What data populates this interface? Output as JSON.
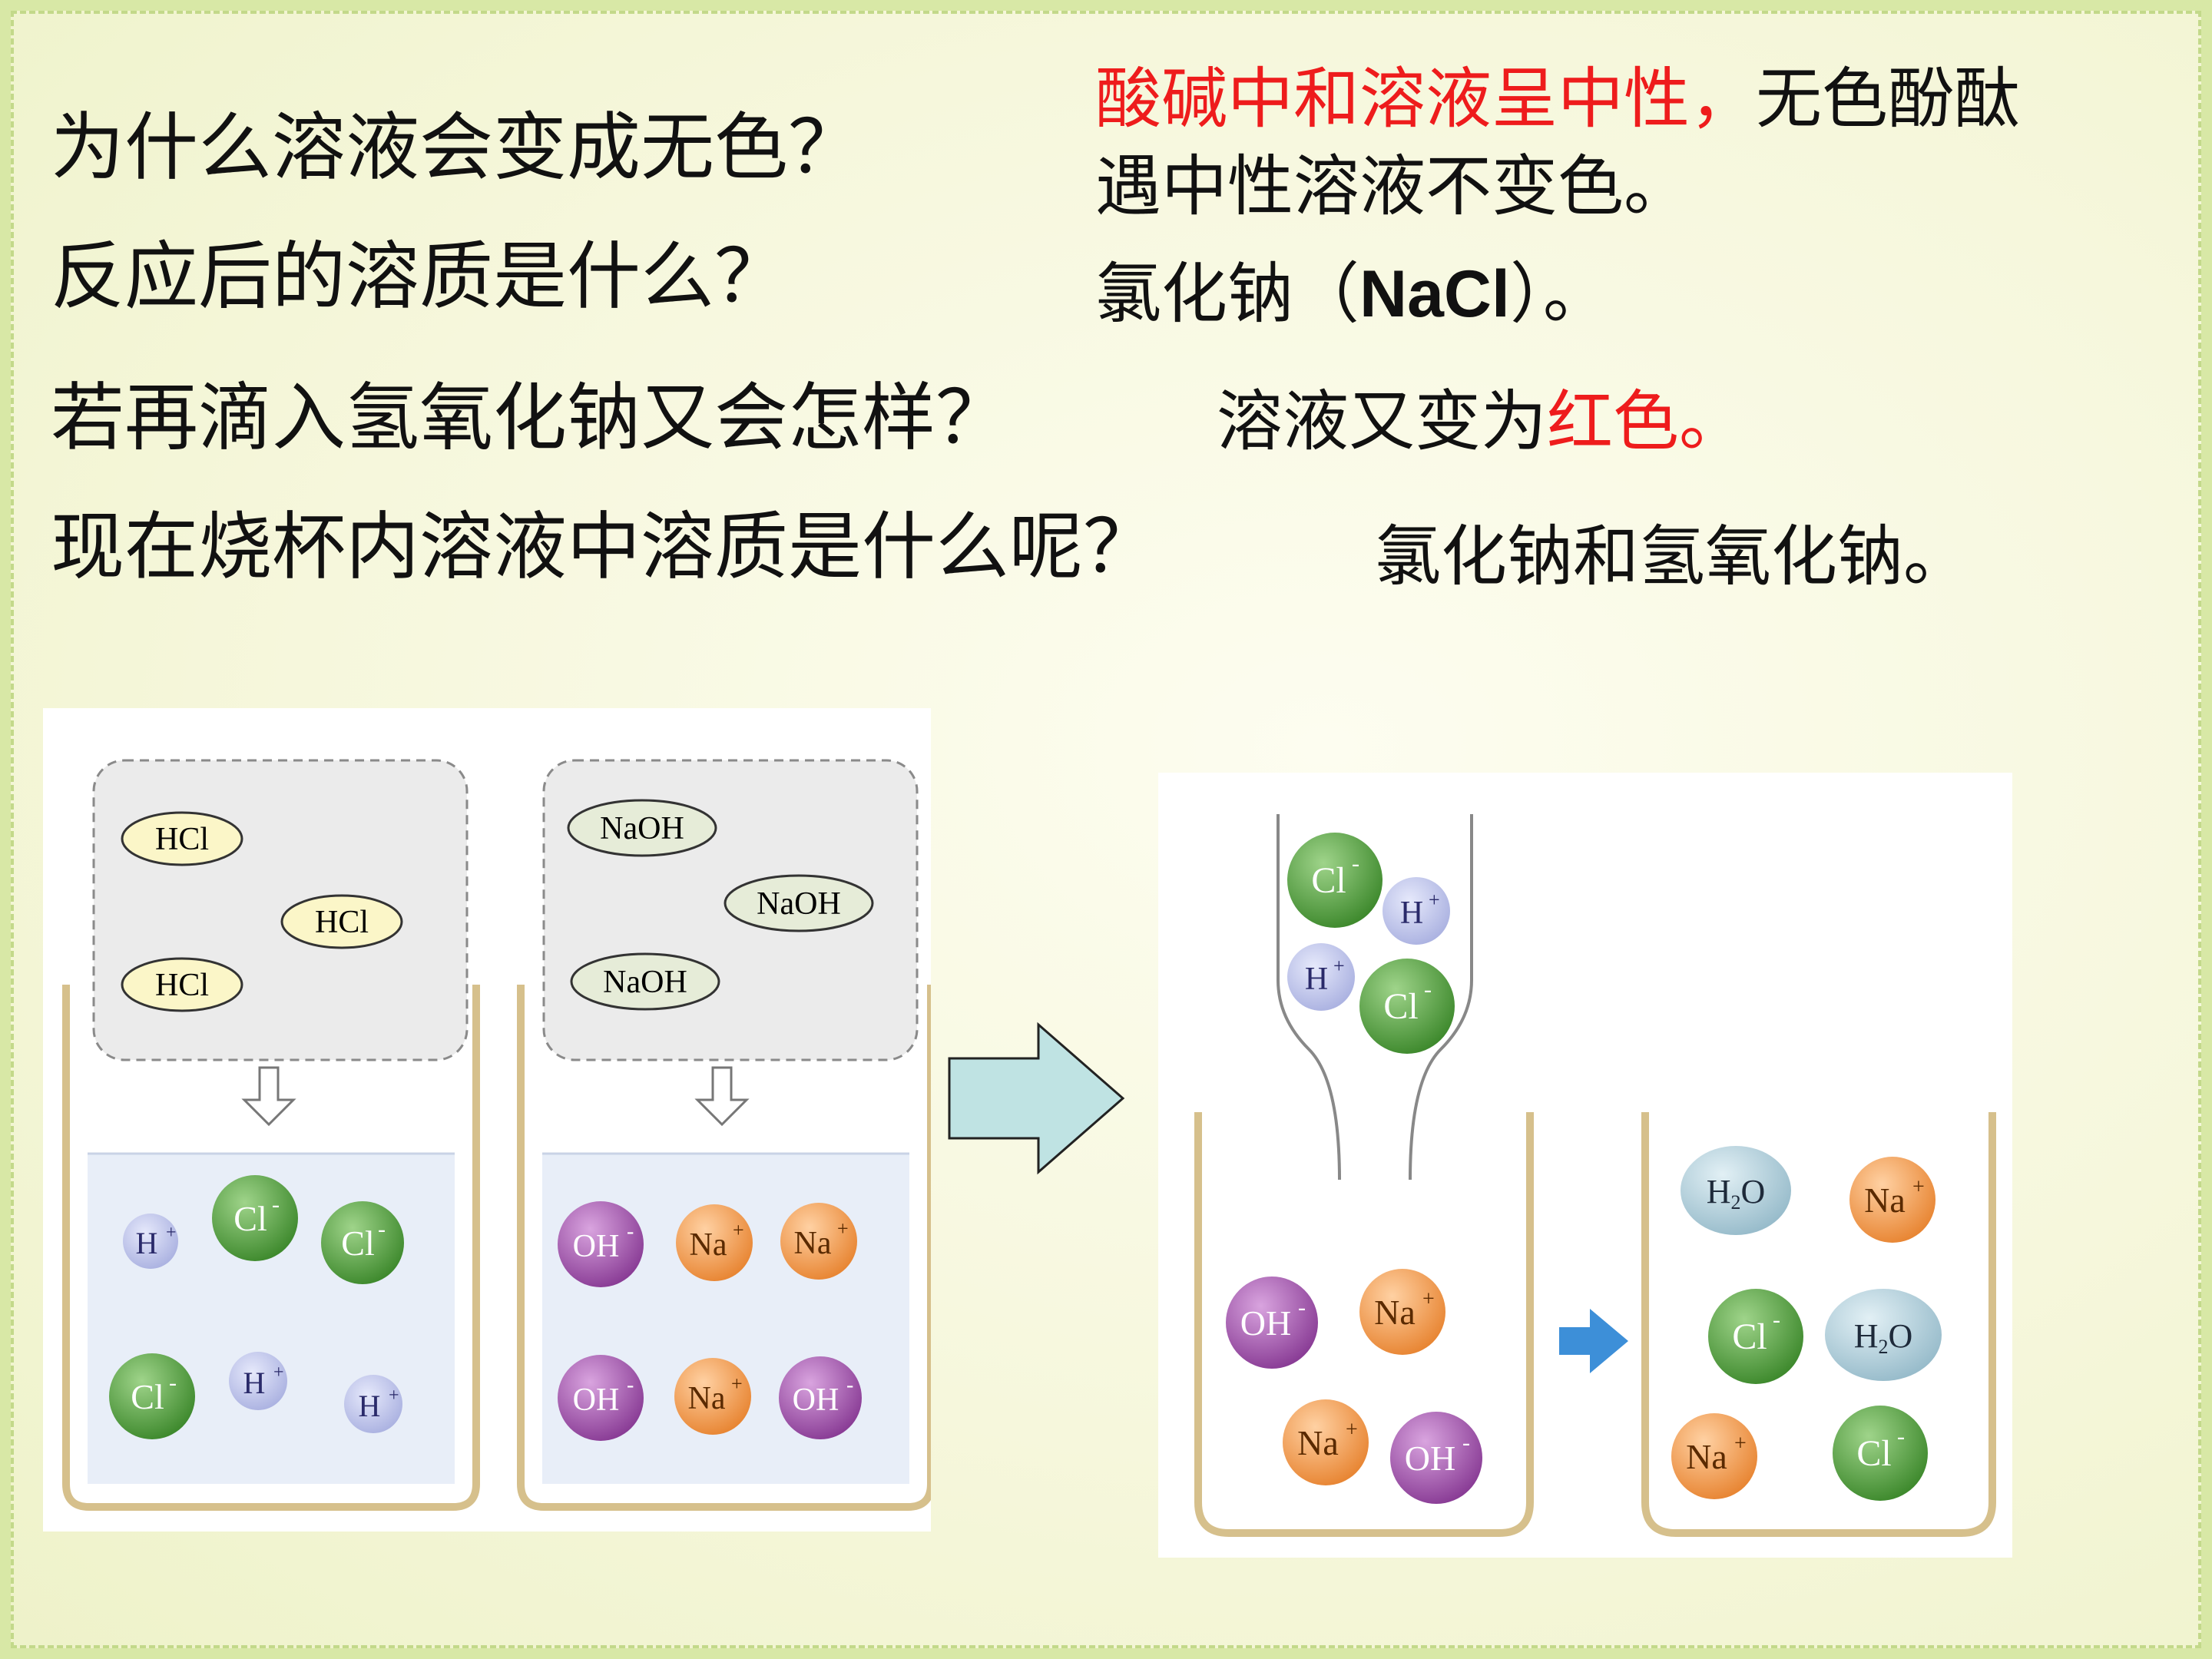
{
  "questions": [
    {
      "text": "为什么溶液会变成无色？"
    },
    {
      "text": "反应后的溶质是什么？"
    },
    {
      "text": "若再滴入氢氧化钠又会怎样？"
    },
    {
      "text": "现在烧杯内溶液中溶质是什么呢？"
    }
  ],
  "answers": {
    "a1_red": "酸碱中和溶液呈中性，",
    "a1_black": "无色酚酞",
    "a1_line2": "遇中性溶液不变色。",
    "a2_pre": "氯化钠（",
    "a2_formula": "NaCl",
    "a2_post": "）。",
    "a3_black": "溶液又变为",
    "a3_red": "红色。",
    "a4": "氯化钠和氢氧化钠。"
  },
  "diagram": {
    "hcl": "HCl",
    "naoh": "NaOH",
    "h_ion": "H",
    "cl_ion": "Cl",
    "oh_ion": "OH",
    "na_ion": "Na",
    "water_h": "H",
    "water_sub": "2",
    "water_o": "O",
    "plus": "+",
    "minus": "-"
  },
  "colors": {
    "red_text": "#ee1c1c",
    "hcl_box": "#fbf6c8",
    "h_ion": "#b9bfe8",
    "cl_ion": "#4f9a3c",
    "oh_ion": "#9b4fa5",
    "na_ion": "#ef9646",
    "water": "#a9c7d4",
    "beaker": "#d6c08c",
    "arrow_big": "#bfe3e3",
    "arrow_blue": "#3d8fd8"
  }
}
